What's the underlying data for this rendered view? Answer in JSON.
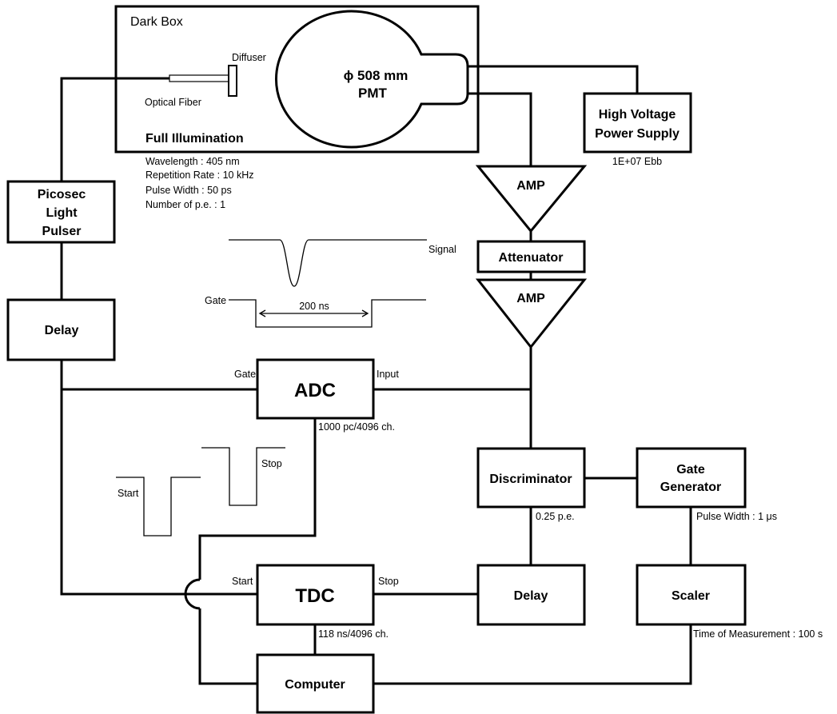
{
  "dark_box": {
    "title": "Dark Box",
    "pmt_line1": "ϕ 508 mm",
    "pmt_line2": "PMT",
    "diffuser": "Diffuser",
    "optical_fiber": "Optical Fiber",
    "full_illumination": "Full Illumination"
  },
  "light_settings": {
    "wavelength": "Wavelength : 405 nm",
    "repetition_rate": "Repetition Rate : 10 kHz",
    "pulse_width": "Pulse Width : 50 ps",
    "num_pe": "Number of p.e. : 1"
  },
  "hv": {
    "line1": "High Voltage",
    "line2": "Power Supply",
    "note": "1E+07 Ebb"
  },
  "pulser": {
    "line1": "Picosec",
    "line2": "Light",
    "line3": "Pulser"
  },
  "amp1": "AMP",
  "attenuator": "Attenuator",
  "amp2": "AMP",
  "timing": {
    "signal": "Signal",
    "gate": "Gate",
    "width": "200 ns",
    "start": "Start",
    "stop": "Stop"
  },
  "delay_left": "Delay",
  "adc": {
    "label": "ADC",
    "gate": "Gate",
    "input": "Input",
    "note": "1000 pc/4096 ch."
  },
  "discriminator": {
    "label": "Discriminator",
    "note": "0.25 p.e."
  },
  "gate_generator": {
    "line1": "Gate",
    "line2": "Generator",
    "note": "Pulse Width : 1 μs"
  },
  "tdc": {
    "label": "TDC",
    "start": "Start",
    "stop": "Stop",
    "note": "118 ns/4096 ch."
  },
  "delay_right": "Delay",
  "scaler": {
    "label": "Scaler",
    "note": "Time of Measurement : 100 s"
  },
  "computer": "Computer"
}
